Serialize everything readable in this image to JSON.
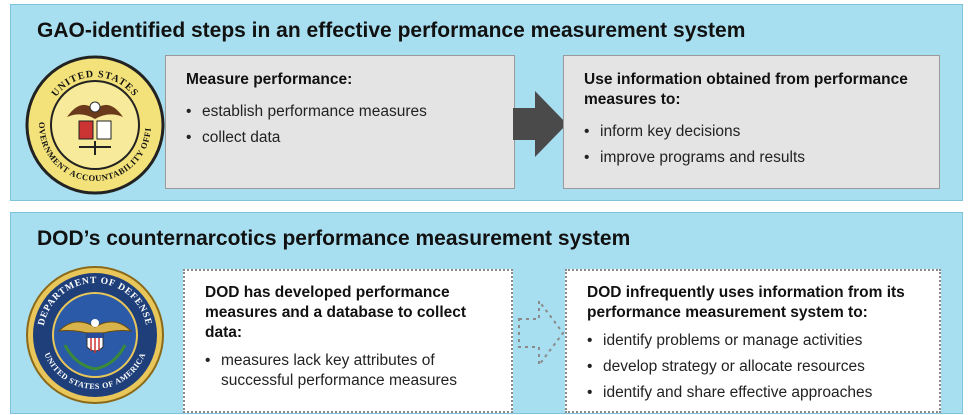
{
  "gao_panel": {
    "title": "GAO-identified steps in an effective performance measurement system",
    "seal_text_top": "UNITED STATES",
    "seal_text_bottom": "GOVERNMENT ACCOUNTABILITY OFFICE",
    "left_box": {
      "title": "Measure performance:",
      "bullets": [
        "establish performance measures",
        "collect data"
      ]
    },
    "right_box": {
      "title": "Use information obtained from performance measures to:",
      "bullets": [
        "inform key decisions",
        "improve programs and results"
      ]
    }
  },
  "dod_panel": {
    "title": "DOD’s counternarcotics performance measurement system",
    "seal_text_top": "DEPARTMENT OF DEFENSE",
    "seal_text_bottom": "UNITED STATES OF AMERICA",
    "left_box": {
      "title": "DOD has developed performance measures and a database to collect data:",
      "bullets": [
        "measures lack key attributes of successful performance measures"
      ]
    },
    "right_box": {
      "title": "DOD infrequently uses information from its performance measurement system to:",
      "bullets": [
        "identify problems or manage activities",
        "develop strategy or allocate resources",
        "identify and share effective approaches"
      ]
    }
  },
  "colors": {
    "panel_background": "#a8dff0",
    "gao_box": "#e4e4e4",
    "gao_arrow": "#4a4a4a",
    "dod_seal_blue": "#1f3f7a"
  }
}
